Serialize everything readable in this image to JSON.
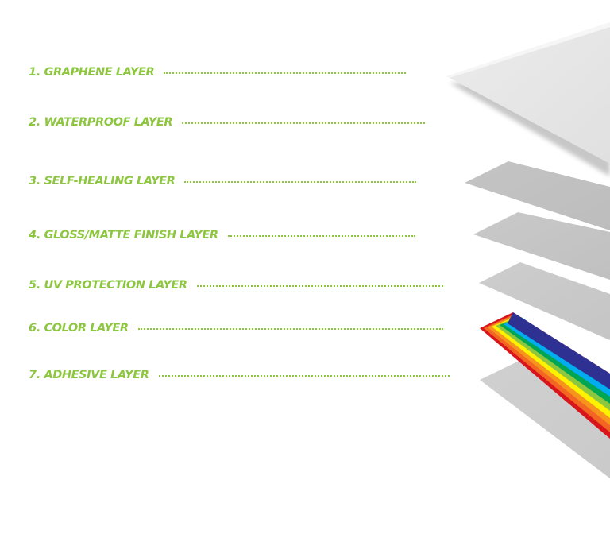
{
  "diagram": {
    "layers": [
      {
        "label": "1.  GRAPHENE LAYER"
      },
      {
        "label": "2. WATERPROOF LAYER"
      },
      {
        "label": "3. SELF-HEALING LAYER"
      },
      {
        "label": "4. GLOSS/MATTE FINISH LAYER"
      },
      {
        "label": "5. UV PROTECTION LAYER"
      },
      {
        "label": "6. COLOR LAYER"
      },
      {
        "label": "7. ADHESIVE LAYER"
      }
    ],
    "colors": {
      "label_green": "#8dc63f",
      "rainbow": [
        "#d7151b",
        "#f26522",
        "#f7941d",
        "#fff200",
        "#8dc63f",
        "#00a651",
        "#00aeef",
        "#2e3192"
      ]
    }
  }
}
